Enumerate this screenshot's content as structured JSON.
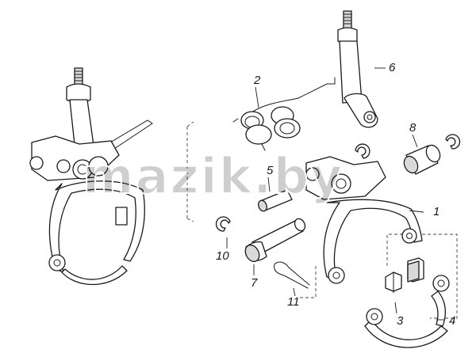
{
  "diagram": {
    "watermark": "mazik.by",
    "callouts": [
      {
        "id": "1",
        "label": "1"
      },
      {
        "id": "2",
        "label": "2"
      },
      {
        "id": "3",
        "label": "3"
      },
      {
        "id": "4",
        "label": "4"
      },
      {
        "id": "5",
        "label": "5"
      },
      {
        "id": "6",
        "label": "6"
      },
      {
        "id": "7",
        "label": "7"
      },
      {
        "id": "8",
        "label": "8"
      },
      {
        "id": "10",
        "label": "10"
      },
      {
        "id": "11",
        "label": "11"
      }
    ]
  }
}
